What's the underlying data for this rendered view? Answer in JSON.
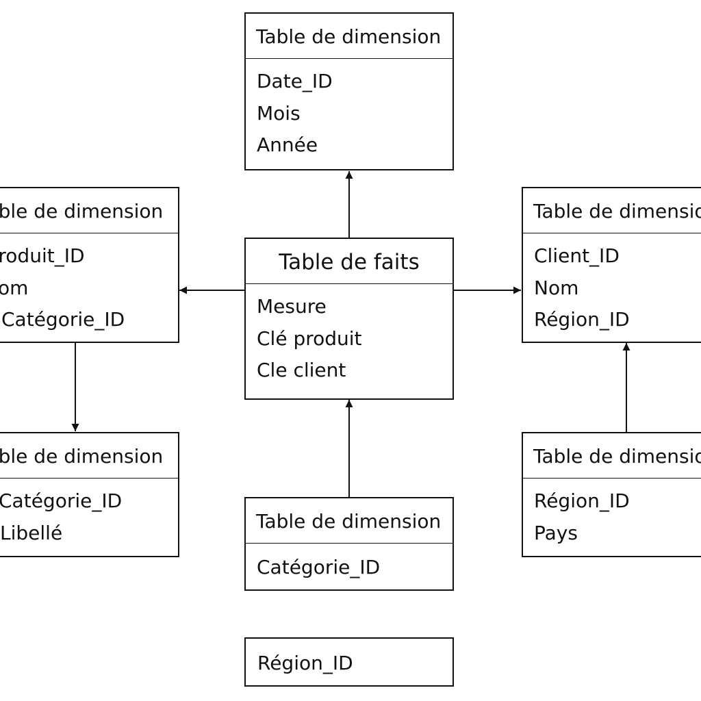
{
  "boxes": {
    "date": {
      "title": "Table de dimension",
      "fields": [
        "Date_ID",
        "Mois",
        "Année"
      ]
    },
    "facts": {
      "title": "Table de faits",
      "fields": [
        "Mesure",
        "Clé produit",
        "Cle client"
      ]
    },
    "produit": {
      "title": "Table de dimension",
      "fields": [
        "Produit_ID",
        "Nom",
        "Catégorie_ID"
      ]
    },
    "categorie_left": {
      "title": "Table de dimension",
      "fields": [
        "Catégorie_ID",
        "Libellé"
      ]
    },
    "client": {
      "title": "Table de dimension",
      "fields": [
        "Client_ID",
        "Nom",
        "Région_ID"
      ]
    },
    "region_right": {
      "title": "Table de dimension",
      "fields": [
        "Région_ID",
        "Pays"
      ]
    },
    "categorie_bottom": {
      "title": "Table de dimension",
      "fields": [
        "Catégorie_ID"
      ]
    },
    "region_bottom": {
      "fields": [
        "Région_ID"
      ]
    }
  },
  "colors": {
    "stroke": "#111111",
    "background": "#ffffff"
  }
}
